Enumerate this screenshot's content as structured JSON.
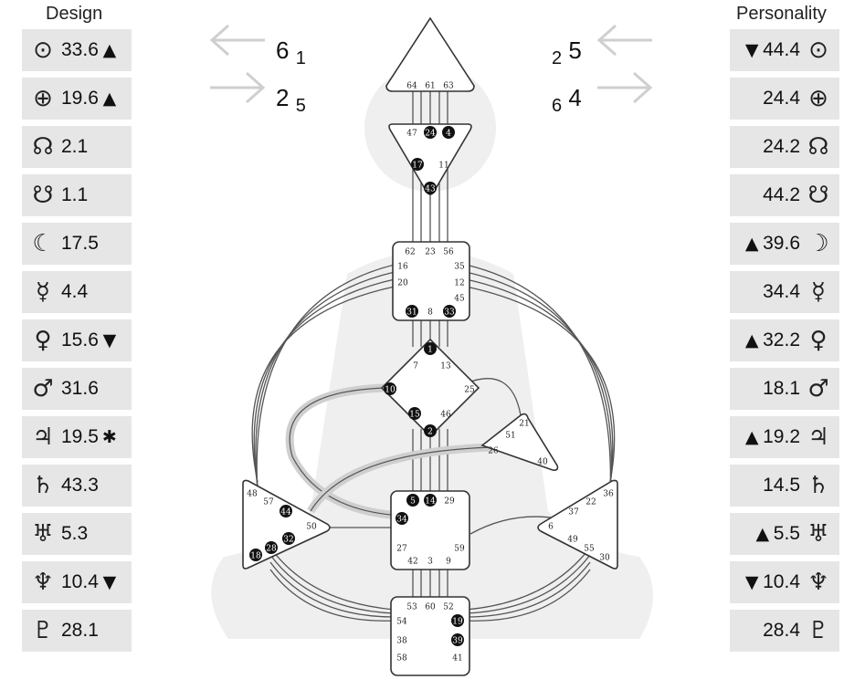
{
  "design": {
    "title": "Design",
    "rows": [
      {
        "icon": "sun-icon",
        "sym": "⊙",
        "value": "33.6",
        "mark": "▲"
      },
      {
        "icon": "earth-icon",
        "sym": "⊕",
        "value": "19.6",
        "mark": "▲"
      },
      {
        "icon": "north-node-icon",
        "sym": "☊",
        "value": "2.1",
        "mark": ""
      },
      {
        "icon": "south-node-icon",
        "sym": "☋",
        "value": "1.1",
        "mark": ""
      },
      {
        "icon": "moon-icon",
        "sym": "☾",
        "value": "17.5",
        "mark": ""
      },
      {
        "icon": "mercury-icon",
        "sym": "☿",
        "value": "4.4",
        "mark": ""
      },
      {
        "icon": "venus-icon",
        "sym": "♀",
        "value": "15.6",
        "mark": "▼"
      },
      {
        "icon": "mars-icon",
        "sym": "♂",
        "value": "31.6",
        "mark": ""
      },
      {
        "icon": "jupiter-icon",
        "sym": "♃",
        "value": "19.5",
        "mark": "✱"
      },
      {
        "icon": "saturn-icon",
        "sym": "♄",
        "value": "43.3",
        "mark": ""
      },
      {
        "icon": "uranus-icon",
        "sym": "♅",
        "value": "5.3",
        "mark": ""
      },
      {
        "icon": "neptune-icon",
        "sym": "♆",
        "value": "10.4",
        "mark": "▼"
      },
      {
        "icon": "pluto-icon",
        "sym": "♇",
        "value": "28.1",
        "mark": ""
      }
    ]
  },
  "personality": {
    "title": "Personality",
    "rows": [
      {
        "icon": "sun-icon",
        "sym": "⊙",
        "value": "44.4",
        "mark": "▼"
      },
      {
        "icon": "earth-icon",
        "sym": "⊕",
        "value": "24.4",
        "mark": ""
      },
      {
        "icon": "north-node-icon",
        "sym": "☊",
        "value": "24.2",
        "mark": ""
      },
      {
        "icon": "south-node-icon",
        "sym": "☋",
        "value": "44.2",
        "mark": ""
      },
      {
        "icon": "moon-icon",
        "sym": "☽",
        "value": "39.6",
        "mark": "▲"
      },
      {
        "icon": "mercury-icon",
        "sym": "☿",
        "value": "34.4",
        "mark": ""
      },
      {
        "icon": "venus-icon",
        "sym": "♀",
        "value": "32.2",
        "mark": "▲"
      },
      {
        "icon": "mars-icon",
        "sym": "♂",
        "value": "18.1",
        "mark": ""
      },
      {
        "icon": "jupiter-icon",
        "sym": "♃",
        "value": "19.2",
        "mark": "▲"
      },
      {
        "icon": "saturn-icon",
        "sym": "♄",
        "value": "14.5",
        "mark": ""
      },
      {
        "icon": "uranus-icon",
        "sym": "♅",
        "value": "5.5",
        "mark": "▲"
      },
      {
        "icon": "neptune-icon",
        "sym": "♆",
        "value": "10.4",
        "mark": "▼"
      },
      {
        "icon": "pluto-icon",
        "sym": "♇",
        "value": "28.4",
        "mark": ""
      }
    ]
  },
  "variables": {
    "left_top": {
      "main": "6",
      "sub": "1"
    },
    "left_bottom": {
      "main": "2",
      "sub": "5"
    },
    "right_top": {
      "main": "5",
      "sub": "2"
    },
    "right_bottom": {
      "main": "4",
      "sub": "6"
    }
  },
  "bodygraph": {
    "gates": {
      "head": [
        "64",
        "61",
        "63"
      ],
      "ajna": [
        "47",
        "24",
        "4",
        "17",
        "11",
        "43"
      ],
      "throat": [
        "62",
        "23",
        "56",
        "16",
        "35",
        "20",
        "12",
        "45",
        "31",
        "8",
        "33"
      ],
      "g": [
        "1",
        "7",
        "13",
        "10",
        "25",
        "15",
        "46",
        "2"
      ],
      "heart": [
        "21",
        "51",
        "26",
        "40"
      ],
      "spleen": [
        "48",
        "57",
        "44",
        "50",
        "32",
        "28",
        "18"
      ],
      "sacral": [
        "5",
        "14",
        "29",
        "34",
        "27",
        "59",
        "42",
        "3",
        "9"
      ],
      "solar": [
        "36",
        "22",
        "37",
        "6",
        "49",
        "55",
        "30"
      ],
      "root": [
        "53",
        "60",
        "52",
        "54",
        "19",
        "38",
        "39",
        "58",
        "41"
      ]
    },
    "active_gates": [
      "24",
      "4",
      "17",
      "43",
      "31",
      "33",
      "1",
      "10",
      "15",
      "2",
      "44",
      "32",
      "28",
      "18",
      "5",
      "14",
      "34",
      "19",
      "39"
    ]
  }
}
